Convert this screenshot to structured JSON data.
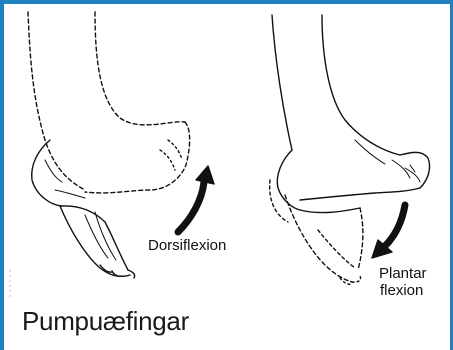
{
  "labels": {
    "dorsiflexion": "Dorsiflexion",
    "plantar_line1": "Plantar",
    "plantar_line2": "flexion"
  },
  "caption": "Pumpuæfingar",
  "colors": {
    "border": "#1f80c2",
    "ink": "#111111"
  }
}
